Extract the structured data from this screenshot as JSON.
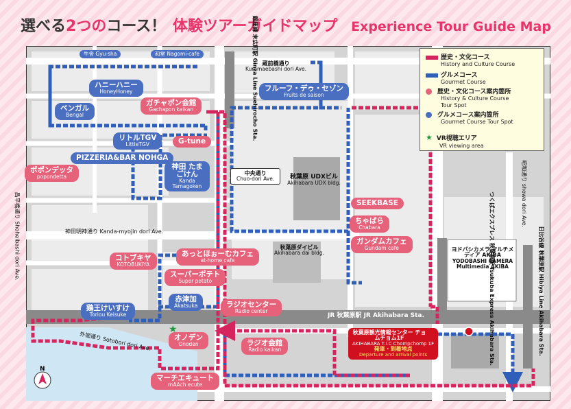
{
  "header": {
    "title_part1": "選べる",
    "title_part2": "2つの",
    "title_part3": "コース！",
    "title_jp": "体験ツアーガイドマップ",
    "title_en": "Experience Tour Guide Map"
  },
  "colors": {
    "history_route": "#d6255e",
    "gourmet_route": "#2f5fb8",
    "building": "#bdbdbd",
    "road": "#ffffff",
    "river": "#cfe6f5",
    "rail": "#888888"
  },
  "legend": {
    "items": [
      {
        "jp": "歴史・文化コース",
        "en": "History and Culture Course"
      },
      {
        "jp": "グルメコース",
        "en": "Gourmet Course"
      },
      {
        "jp": "歴史・文化コース案内箇所",
        "en": "History & Culture Course Tour Spot"
      },
      {
        "jp": "グルメコース案内箇所",
        "en": "Gourmet Course Tour Spot"
      },
      {
        "jp": "VR視聴エリア",
        "en": "VR viewing area"
      }
    ]
  },
  "streets": {
    "kuramaebashi": {
      "jp": "蔵前橋通り",
      "en": "Kuramaebashi dori Ave."
    },
    "chuo": {
      "jp": "中央通り",
      "en": "Chuo-dori Ave."
    },
    "kanda_myojin": {
      "jp": "神田明神通り",
      "en": "Kanda-myojin dori Ave."
    },
    "sotobori": {
      "jp": "外堀通り",
      "en": "Sotobori dori Ave."
    },
    "shoheibashi": {
      "jp": "昌平橋通り",
      "en": "Shoheibashi dori Ave."
    },
    "showa": {
      "jp": "昭和通り",
      "en": "showa dori Ave."
    }
  },
  "stations": {
    "suehirocho": {
      "jp": "銀座線 末広町駅",
      "en": "Ginza Line Suehirocho Sta."
    },
    "akihabara": {
      "jp": "JR 秋葉原駅",
      "en": "JR Akihabara Sta."
    },
    "tsukuba": {
      "jp": "つくばエクスプレス 秋葉原駅",
      "en": "Tsukuba Express Akihabara Sta."
    },
    "hibiya": {
      "jp": "日比谷線 秋葉原駅",
      "en": "Hibiya Line Akihabara Sta."
    }
  },
  "buildings": {
    "udx": {
      "jp": "秋葉原 UDXビル",
      "en": "Akihabara UDX bldg."
    },
    "dai": {
      "jp": "秋葉原ダイビル",
      "en": "Akihabara dai bldg."
    },
    "yodobashi": {
      "jp": "ヨドバシカメラ マルチメディア AKIBA",
      "en": "YODOBASHI CAMERA Multimedia AKIBA"
    }
  },
  "spots": {
    "gyusha": {
      "jp": "牛舎",
      "en": "Gyu-sha"
    },
    "nagomi": {
      "jp": "和堂",
      "en": "Nagomi-cafe"
    },
    "honeyhoney": {
      "jp": "ハニーハニー",
      "en": "HoneyHoney"
    },
    "bengal": {
      "jp": "ベンガル",
      "en": "Bengal"
    },
    "littletgv": {
      "jp": "リトルTGV",
      "en": "LittleTGV"
    },
    "pizzeria": {
      "jp": "PIZZERIA&BAR NOHGA",
      "en": ""
    },
    "popondetta": {
      "jp": "ポポンデッタ",
      "en": "popondetta"
    },
    "gachapon": {
      "jp": "ガチャポン会館",
      "en": "Gachapon kaikan"
    },
    "gtune": {
      "jp": "G-tune",
      "en": ""
    },
    "tamagoken": {
      "jp": "神田 たまごけん",
      "en": "Kanda Tamagoken"
    },
    "fruitsdesaison": {
      "jp": "フルーフ・デゥ・セゾン",
      "en": "Fruits de saison"
    },
    "seekbase": {
      "jp": "SEEKBASE",
      "en": ""
    },
    "chabara": {
      "jp": "ちゃばら",
      "en": "Chabara"
    },
    "gundam": {
      "jp": "ガンダムカフェ",
      "en": "Gundam cafe"
    },
    "athome": {
      "jp": "あっとほぉーむカフェ",
      "en": "at-home cafe"
    },
    "kotobukiya": {
      "jp": "コトブキヤ",
      "en": "KOTOBUKIYA"
    },
    "superpotato": {
      "jp": "スーパーポテト",
      "en": "Super potato"
    },
    "akatsuka": {
      "jp": "赤津加",
      "en": "Akatsuka"
    },
    "torioukeisuke": {
      "jp": "鶏王けいすけ",
      "en": "Toriou Keisuke"
    },
    "radiocenter": {
      "jp": "ラジオセンター",
      "en": "Radio center"
    },
    "radiokaikan": {
      "jp": "ラジオ会館",
      "en": "Radio kaikan"
    },
    "onoden": {
      "jp": "オノデン",
      "en": "Onoden"
    },
    "maach": {
      "jp": "マーチエキュート",
      "en": "mAAch ecute"
    }
  },
  "start_point": {
    "jp": "秋葉原観光情報センター チョムチョム1F",
    "en": "AKIHABARA T.I.C Chompchomp 1F",
    "sub_jp": "発車・到着地点",
    "sub_en": "Departure and arrival points"
  },
  "compass": "N"
}
